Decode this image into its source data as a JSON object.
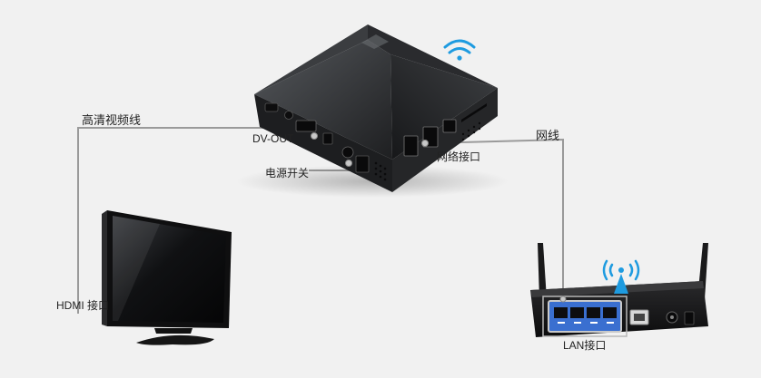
{
  "labels": {
    "hdmi_cable": "高清视频线",
    "dv_out": "DV-OUT",
    "power_switch": "电源开关",
    "network_cable": "网线",
    "network_port": "网络接口",
    "hdmi_port": "HDMI 接口",
    "lan_port": "LAN接口"
  },
  "colors": {
    "background": "#f1f1f1",
    "cable": "#9a9a9a",
    "box_body": "#2b2c2e",
    "wifi": "#1e9be0",
    "router_body": "#1d1d1f",
    "lan_ports": "#3a6fd0",
    "tv_body": "#111111"
  },
  "icons": {
    "wifi": "wifi-icon",
    "signal_tower": "signal-tower-icon"
  }
}
